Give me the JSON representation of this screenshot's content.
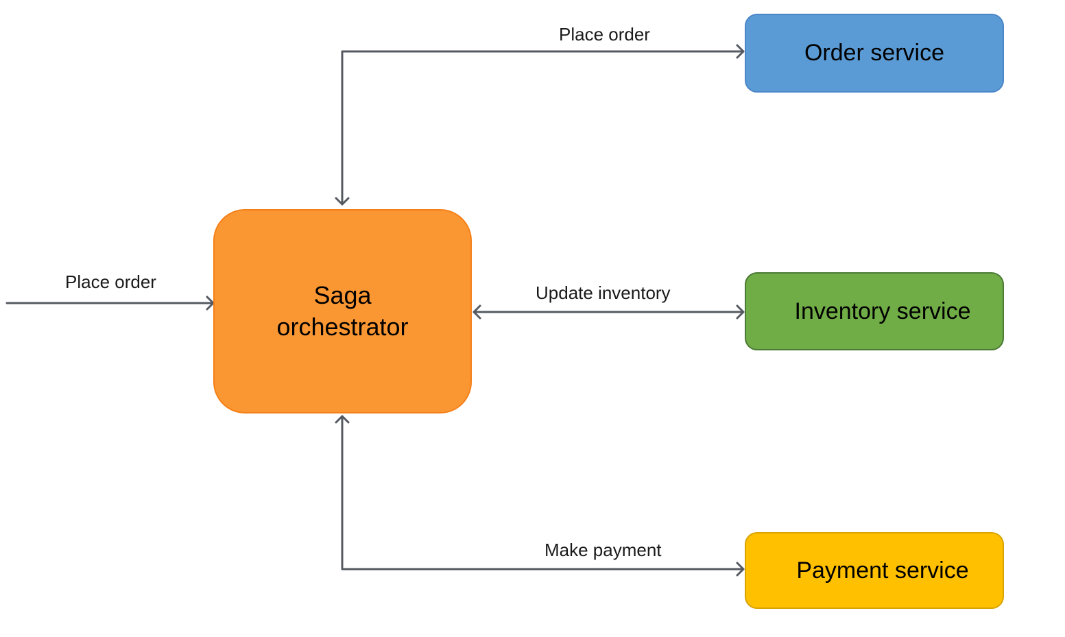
{
  "colors": {
    "orchestrator": "#fb9733",
    "order_service": "#5b9bd5",
    "inventory_service": "#70ad47",
    "payment_service": "#ffc000",
    "connector": "#555a62"
  },
  "nodes": {
    "orchestrator": {
      "line1": "Saga",
      "line2": "orchestrator"
    },
    "order_service": {
      "label": "Order service"
    },
    "inventory_service": {
      "label": "Inventory service"
    },
    "payment_service": {
      "label": "Payment service"
    }
  },
  "edges": {
    "incoming": {
      "label": "Place order"
    },
    "to_order": {
      "label": "Place order"
    },
    "to_inventory": {
      "label": "Update inventory"
    },
    "to_payment": {
      "label": "Make payment"
    }
  }
}
